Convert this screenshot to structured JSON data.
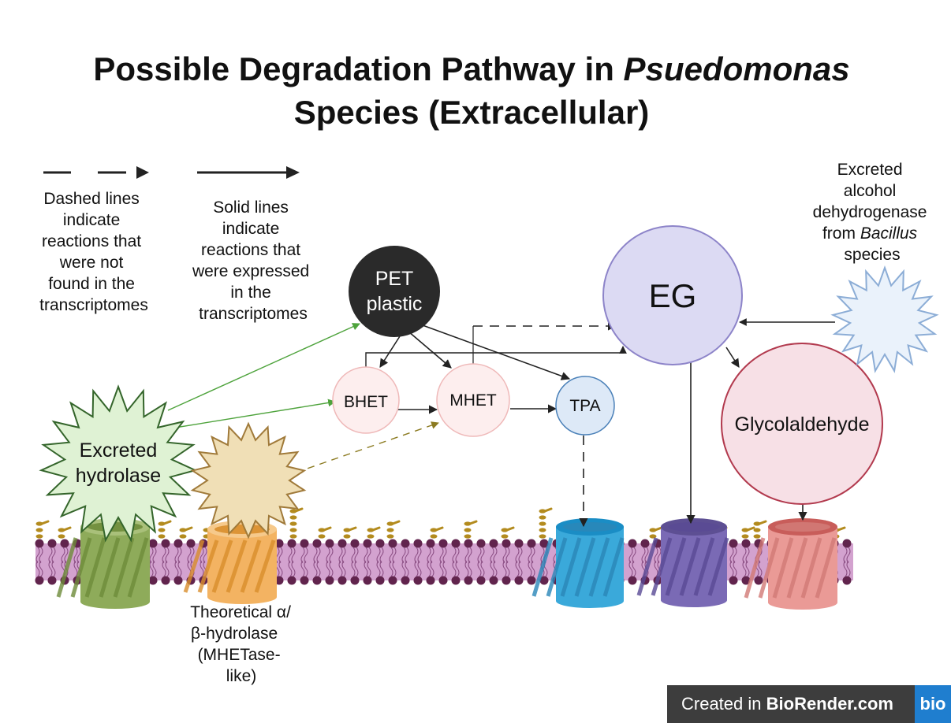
{
  "title": {
    "line1_prefix": "Possible Degradation Pathway in ",
    "line1_italic": "Psuedomonas",
    "line2": "Species (Extracellular)"
  },
  "legend": {
    "dashed_text": [
      "Dashed lines",
      "indicate",
      "reactions that",
      "were not",
      "found in the",
      "transcriptomes"
    ],
    "solid_text": [
      "Solid lines",
      "indicate",
      "reactions that",
      "were expressed",
      "in the",
      "transcriptomes"
    ]
  },
  "nodes": {
    "pet": [
      "PET",
      "plastic"
    ],
    "eg": "EG",
    "bhet": "BHET",
    "mhet": "MHET",
    "tpa": "TPA",
    "glycolaldehyde": "Glycolaldehyde",
    "excreted_hydrolase": [
      "Excreted",
      "hydrolase"
    ],
    "adh": {
      "line1": "Excreted",
      "line2": "alcohol",
      "line3": "dehydrogenase",
      "line4_prefix": "from ",
      "line4_italic": "Bacillus",
      "line5": "species"
    },
    "theoretical": [
      "Theoretical α/",
      "β-hydrolase",
      "(MHETase-",
      "like)"
    ]
  },
  "colors": {
    "pet_fill": "#2a2a2a",
    "eg_fill": "#dcdaf3",
    "eg_stroke": "#8d84c9",
    "small_node_fill": "#fdeeee",
    "small_node_stroke": "#efb9b9",
    "tpa_fill": "#dde9f7",
    "tpa_stroke": "#4a80b8",
    "glycol_fill": "#f7e0e6",
    "glycol_stroke": "#b23a4e",
    "hydrolase_fill": "#dff2d4",
    "hydrolase_stroke": "#34652b",
    "theoretical_fill": "#f0dfb6",
    "theoretical_stroke": "#a07a3a",
    "adh_fill": "#eaf2fb",
    "adh_stroke": "#8cadd6",
    "membrane": "#d3a2cf",
    "lipid_head": "#61244d",
    "green_arrow": "#4ea33c",
    "olive_arrow": "#8b7a20"
  },
  "transporters": [
    {
      "name": "green",
      "body": "#8eab5a",
      "rim": "#a9c07a",
      "stripe": "#6e8c3a"
    },
    {
      "name": "orange",
      "body": "#f3b362",
      "rim": "#f6c98b",
      "stripe": "#d98e2c"
    },
    {
      "name": "blue",
      "body": "#3aa9da",
      "rim": "#1a8dc5",
      "stripe": "#2a87b8"
    },
    {
      "name": "purple",
      "body": "#7a6ab5",
      "rim": "#5d4f93",
      "stripe": "#5a4a95"
    },
    {
      "name": "pink",
      "body": "#ea9a96",
      "rim": "#c85d5a",
      "stripe": "#d27a76"
    }
  ],
  "watermark": {
    "prefix": "Created in ",
    "brand": "BioRender.com",
    "logo": "bio"
  }
}
